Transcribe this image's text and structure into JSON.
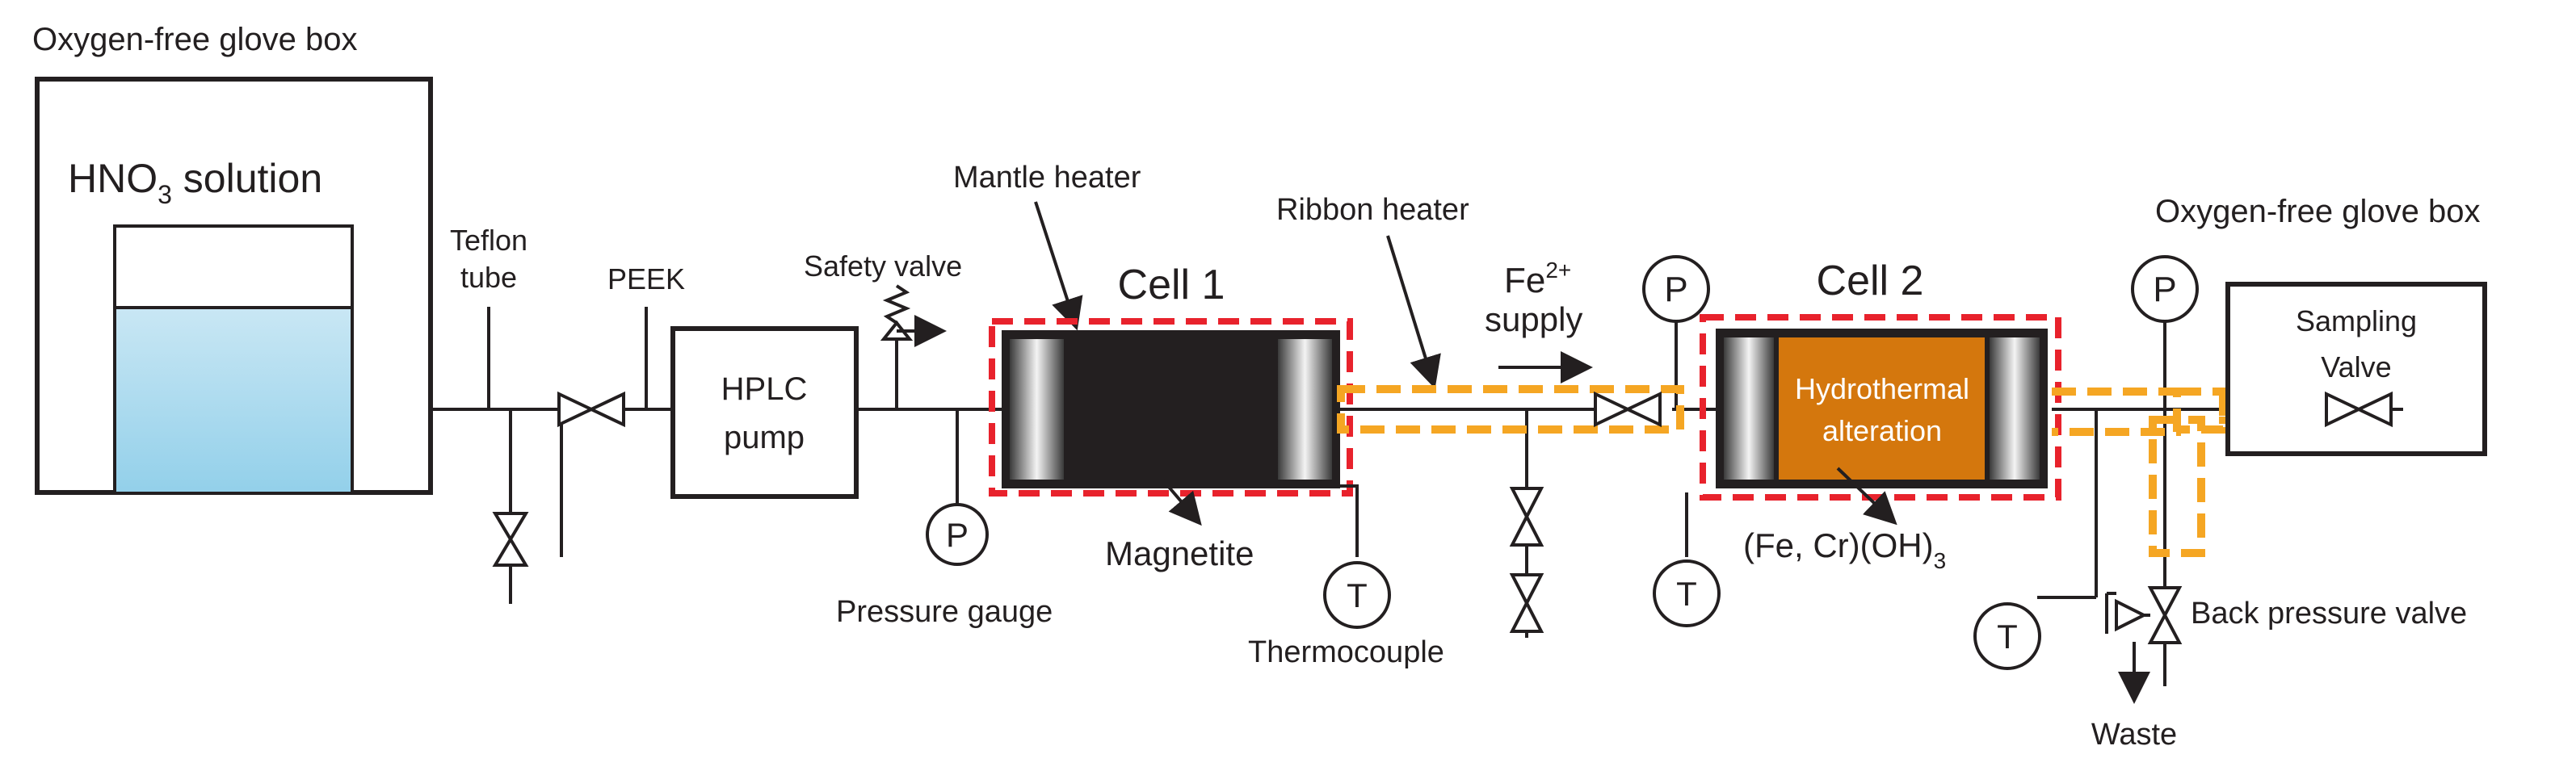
{
  "labels": {
    "glovebox_left": "Oxygen-free glove box",
    "glovebox_right": "Oxygen-free glove box",
    "solution_pre": "HNO",
    "solution_sub": "3",
    "solution_post": " solution",
    "teflon_line1": "Teflon",
    "teflon_line2": "tube",
    "peek": "PEEK",
    "hplc_line1": "HPLC",
    "hplc_line2": "pump",
    "safety_valve": "Safety valve",
    "pressure_gauge": "Pressure gauge",
    "mantle_heater": "Mantle heater",
    "cell1": "Cell 1",
    "magnetite": "Magnetite",
    "thermocouple": "Thermocouple",
    "ribbon_heater": "Ribbon heater",
    "fe_base": "Fe",
    "fe_sup": "2+",
    "fe_supply": "supply",
    "cell2": "Cell 2",
    "hydro_line1": "Hydrothermal",
    "hydro_line2": "alteration",
    "fecr_pre": "(Fe, Cr)(OH)",
    "fecr_sub": "3",
    "sampling_line1": "Sampling",
    "sampling_line2": "Valve",
    "back_pressure_valve": "Back pressure valve",
    "waste": "Waste"
  },
  "gauges": {
    "p1": "P",
    "p2": "P",
    "p3": "P",
    "t1": "T",
    "t2": "T",
    "t3": "T"
  },
  "colors": {
    "heater_red": "#e8222c",
    "ribbon_orange": "#f5a623",
    "magnetite_fill": "#231f20",
    "alteration_fill": "#d4770d",
    "solution_top": "#c9e7f4",
    "solution_bottom": "#93d0ea"
  }
}
